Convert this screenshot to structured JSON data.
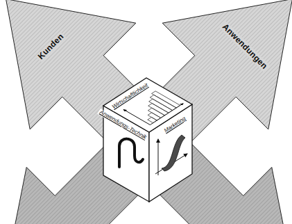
{
  "diagram": {
    "nodes": [
      {
        "text": [
          "Kunden"
        ]
      },
      {
        "text": [
          "Anwendungen"
        ]
      },
      {
        "text": [
          "Wirtschaftlichkeit"
        ]
      },
      {
        "text": [
          "Anwendungs-Technik"
        ]
      },
      {
        "text": [
          "Marketing"
        ]
      }
    ]
  }
}
